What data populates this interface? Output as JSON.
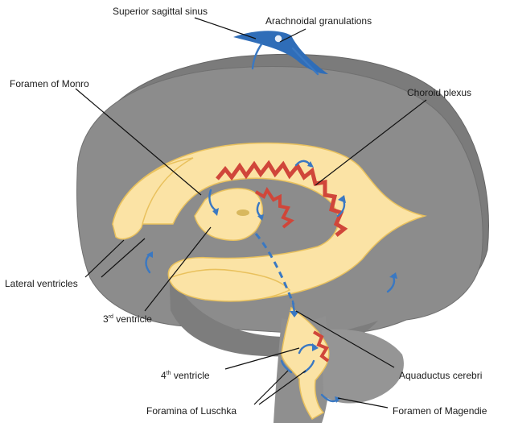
{
  "labels": {
    "superior_sagittal_sinus": "Superior sagittal sinus",
    "arachnoidal_granulations": "Arachnoidal granulations",
    "foramen_of_monro": "Foramen of Monro",
    "choroid_plexus": "Choroid plexus",
    "lateral_ventricles": "Lateral ventricles",
    "third_ventricle_num": "3",
    "third_ventricle_sup": "rd",
    "third_ventricle_word": " ventricle",
    "fourth_ventricle_num": "4",
    "fourth_ventricle_sup": "th",
    "fourth_ventricle_word": " ventricle",
    "aquaductus_cerebri": "Aquaductus cerebri",
    "foramina_of_luschka": "Foramina of Luschka",
    "foramen_of_magendie": "Foramen of Magendie"
  },
  "colors": {
    "brain_gray": "#8c8c8c",
    "brain_gray_dark": "#6f6f6f",
    "ventricle_fill": "#fbe3a5",
    "ventricle_edge": "#e9c15d",
    "choroid_red": "#d0463a",
    "csf_blue": "#3a78c2",
    "sinus_blue": "#2f6db8"
  }
}
